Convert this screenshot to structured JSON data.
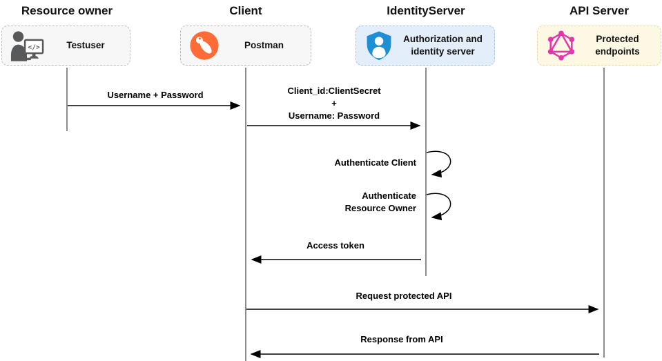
{
  "diagram": {
    "title_hint": "OAuth2 resource owner password flow sequence diagram",
    "actors": [
      {
        "title": "Resource owner",
        "label": "Testuser",
        "icon": "developer-workstation-icon"
      },
      {
        "title": "Client",
        "label": "Postman",
        "icon": "postman-icon"
      },
      {
        "title": "IdentityServer",
        "label": "Authorization and\nidentity server",
        "icon": "shield-user-icon"
      },
      {
        "title": "API Server",
        "label": "Protected\nendpoints",
        "icon": "graphql-icon"
      }
    ],
    "icon_glyphs": {
      "code_glyph": "</>"
    },
    "messages": [
      {
        "label": "Username + Password",
        "from": "Resource owner",
        "to": "Client",
        "direction": "right"
      },
      {
        "label": "Client_id:ClientSecret\n+\nUsername: Password",
        "from": "Client",
        "to": "IdentityServer",
        "direction": "right"
      },
      {
        "label": "Authenticate Client",
        "from": "IdentityServer",
        "to": "IdentityServer",
        "direction": "self"
      },
      {
        "label": "Authenticate\nResource Owner",
        "from": "IdentityServer",
        "to": "IdentityServer",
        "direction": "self"
      },
      {
        "label": "Access token",
        "from": "IdentityServer",
        "to": "Client",
        "direction": "left"
      },
      {
        "label": "Request protected API",
        "from": "Client",
        "to": "API Server",
        "direction": "right"
      },
      {
        "label": "Response from API",
        "from": "API Server",
        "to": "Client",
        "direction": "left"
      }
    ],
    "colors": {
      "postman_orange": "#FF6C37",
      "shield_blue": "#1E8FD5",
      "graphql_pink": "#E535AB",
      "person_gray": "#58595B",
      "monitor_gray": "#58595B",
      "neutral_box_bg": "#F7F7F7",
      "neutral_box_border": "#BDBDBD",
      "identity_box_bg": "#E4EEFB",
      "identity_box_border": "#A3C3EE",
      "api_box_bg": "#FDF8E3",
      "api_box_border": "#EBD9A4",
      "line_black": "#000000",
      "white": "#FFFFFF"
    }
  }
}
